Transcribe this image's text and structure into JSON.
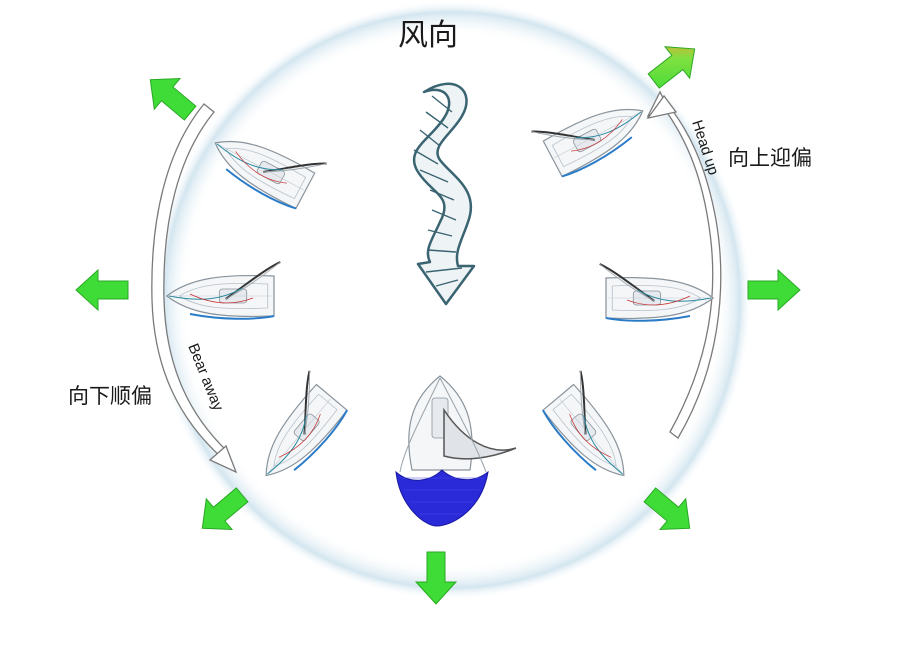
{
  "diagram": {
    "title": "风向",
    "head_up": {
      "label_cn": "向上迎偏",
      "label_en": "Head up"
    },
    "bear_away": {
      "label_cn": "向下顺偏",
      "label_en": "Bear away"
    }
  },
  "colors": {
    "arrow_green": "#3fdc38",
    "arrow_orange_tip": "#ffa030",
    "wind_arrow": "#3a6472",
    "spinnaker_blue": "#2a2ad8",
    "halo": "#cfe3ee"
  },
  "icons": [
    "wind-arrow-icon",
    "green-direction-arrow-icon",
    "sailboat-icon",
    "spinnaker-icon"
  ]
}
